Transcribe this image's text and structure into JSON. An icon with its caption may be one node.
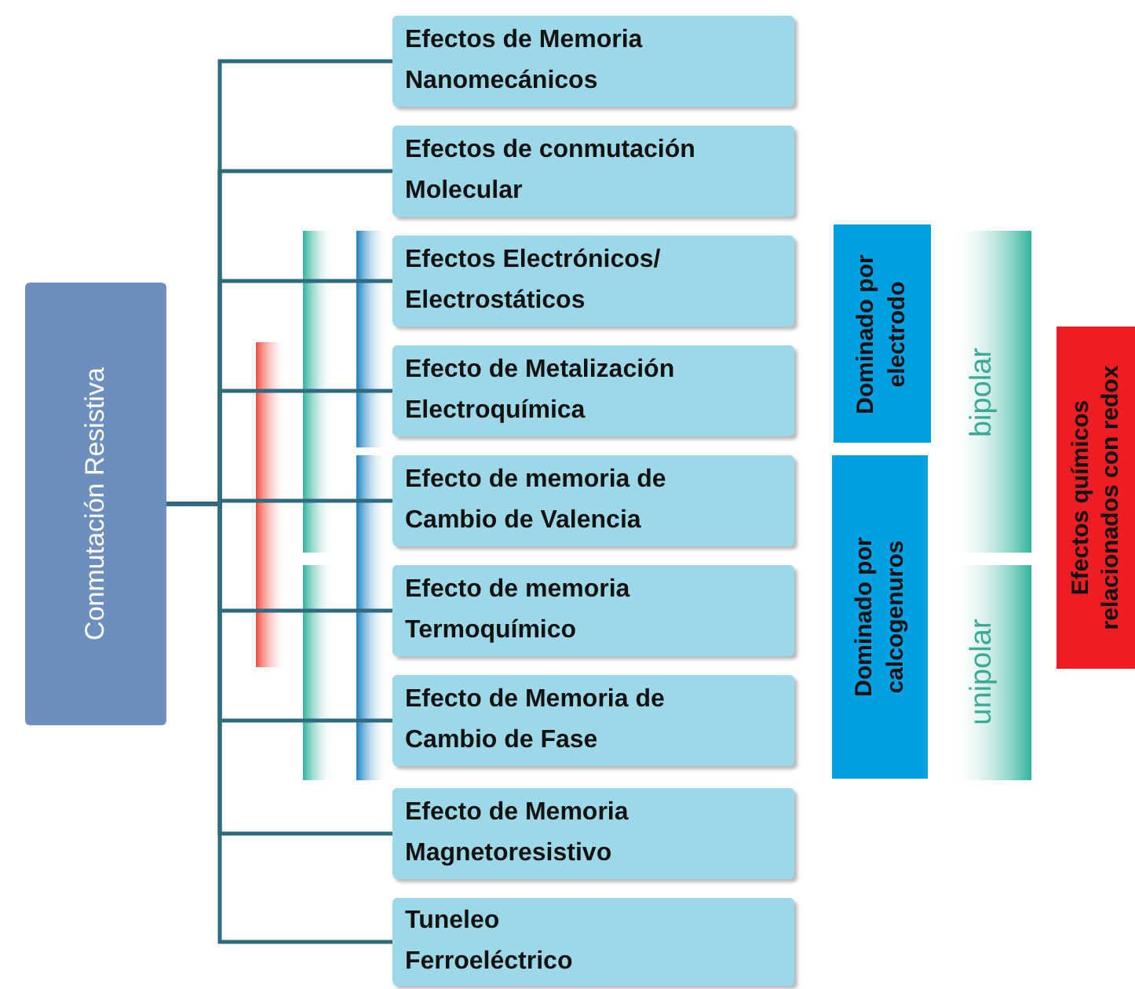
{
  "diagram": {
    "nodes": [
      {
        "text": [
          "Conmutación Resistiva"
        ]
      },
      {
        "text": [
          "Efectos de Memoria Nanomecánicos"
        ]
      },
      {
        "text": [
          "Efectos de conmutación Molecular"
        ]
      },
      {
        "text": [
          "Efectos Electrónicos/ Electrostáticos"
        ]
      },
      {
        "text": [
          "Efecto de Metalización Electroquímica"
        ]
      },
      {
        "text": [
          "Efecto de memoria de Cambio de Valencia"
        ]
      },
      {
        "text": [
          "Efecto de memoria Termoquímico"
        ]
      },
      {
        "text": [
          "Efecto de Memoria de Cambio de Fase"
        ]
      },
      {
        "text": [
          "Efecto de Memoria Magnetoresistivo"
        ]
      },
      {
        "text": [
          "Tuneleo Ferroeléctrico"
        ]
      },
      {
        "text": [
          "Dominado por electrodo"
        ]
      },
      {
        "text": [
          "Dominado por calcogenuros"
        ]
      },
      {
        "text": [
          "bipolar"
        ]
      },
      {
        "text": [
          "unipolar"
        ]
      },
      {
        "text": [
          "Efectos químicos relacionados con redox"
        ]
      }
    ],
    "edges": [
      {
        "from": 0,
        "to": 1,
        "arrow": "none"
      },
      {
        "from": 0,
        "to": 2,
        "arrow": "none"
      },
      {
        "from": 0,
        "to": 3,
        "arrow": "none"
      },
      {
        "from": 0,
        "to": 4,
        "arrow": "none"
      },
      {
        "from": 0,
        "to": 5,
        "arrow": "none"
      },
      {
        "from": 0,
        "to": 6,
        "arrow": "none"
      },
      {
        "from": 0,
        "to": 7,
        "arrow": "none"
      },
      {
        "from": 0,
        "to": 8,
        "arrow": "none"
      },
      {
        "from": 0,
        "to": 9,
        "arrow": "none"
      }
    ]
  }
}
